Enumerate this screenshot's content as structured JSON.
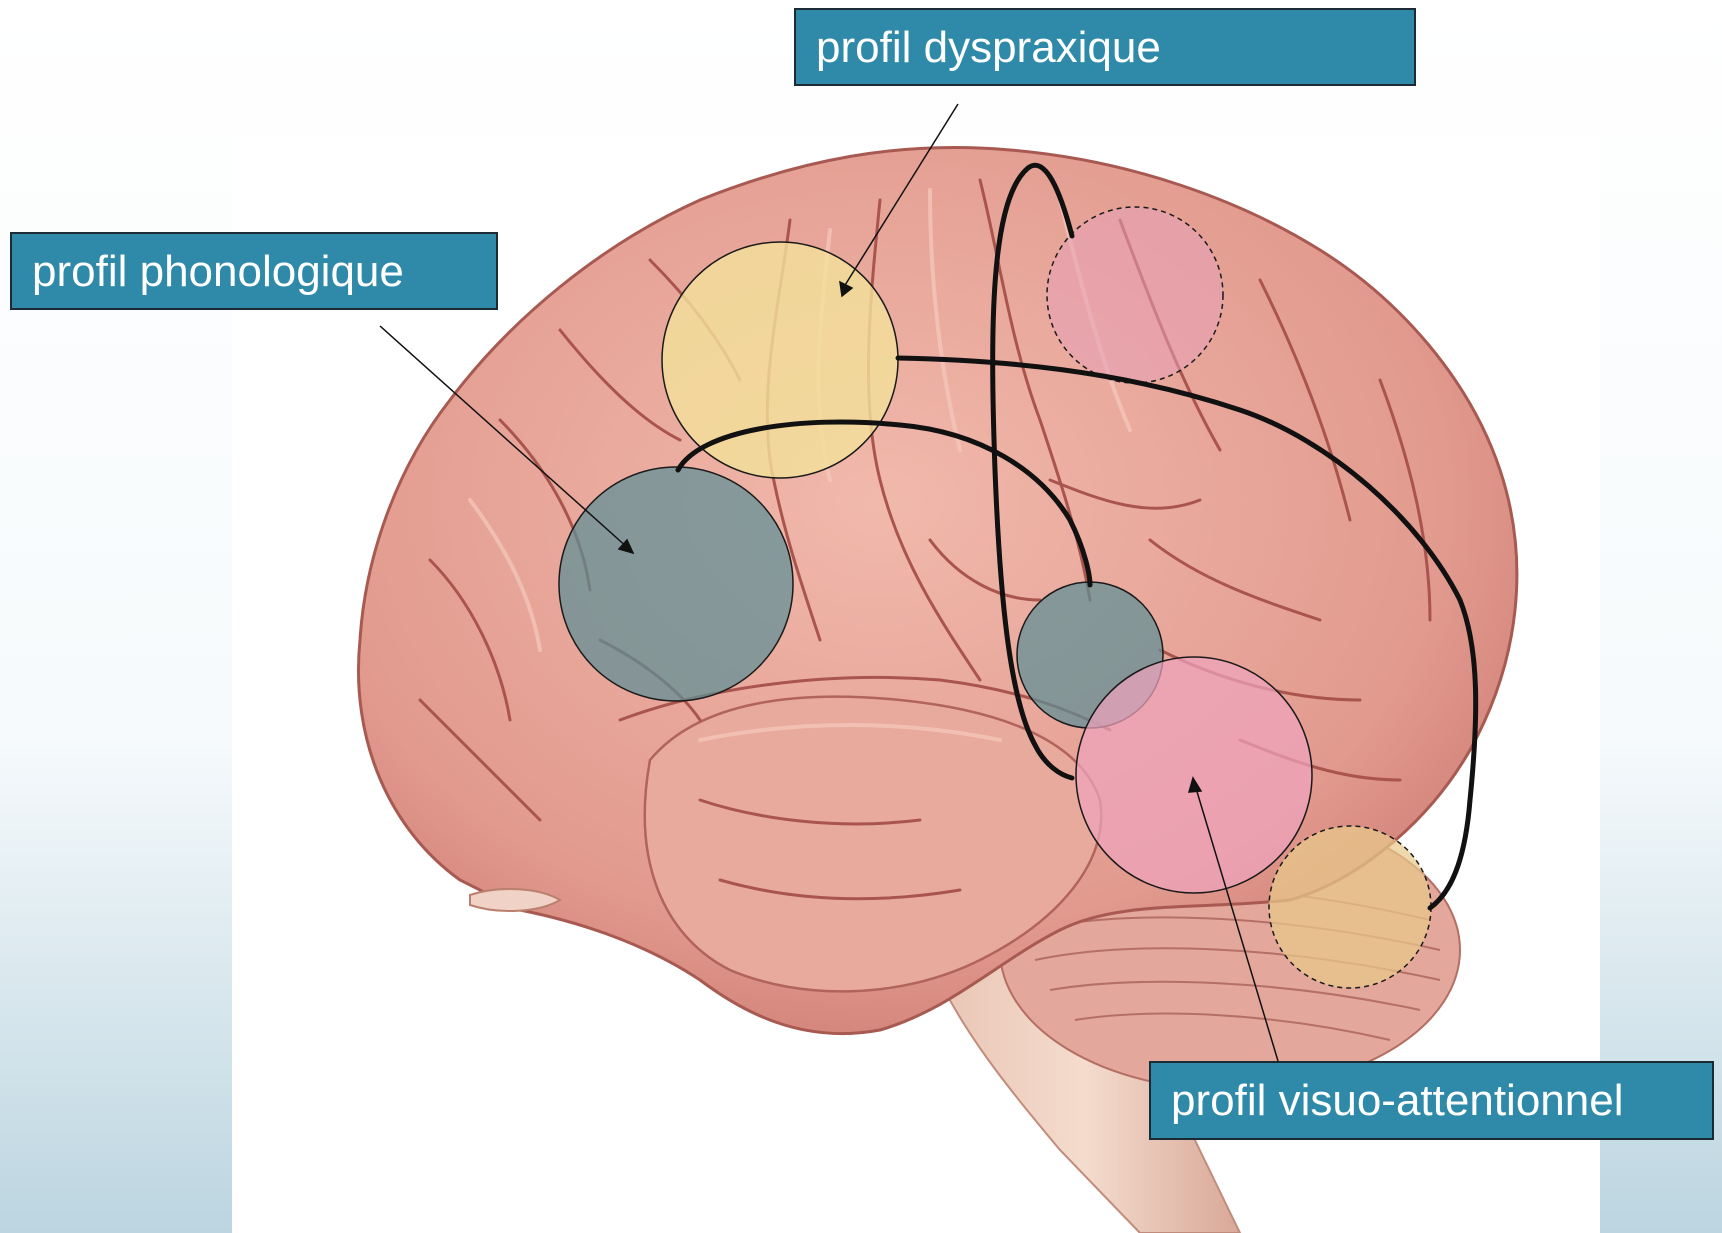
{
  "labels": {
    "dyspraxique": "profil dyspraxique",
    "phonologique": "profil phonologique",
    "visuo_attentionnel": "profil visuo-attentionnel"
  },
  "regions": [
    {
      "id": "frontal-motor",
      "profile": "dyspraxique",
      "color": "#f3df9a",
      "outline": "solid"
    },
    {
      "id": "parietal-upper",
      "profile": "visuo-attentionnel",
      "color": "#e8a0b8",
      "outline": "dashed"
    },
    {
      "id": "inferior-frontal",
      "profile": "phonologique",
      "color": "#5e8f96",
      "outline": "solid"
    },
    {
      "id": "temporo-parietal",
      "profile": "phonologique",
      "color": "#5e8f96",
      "outline": "solid"
    },
    {
      "id": "parieto-occipital",
      "profile": "visuo-attentionnel",
      "color": "#eea4bd",
      "outline": "solid"
    },
    {
      "id": "cerebellum",
      "profile": "dyspraxique",
      "color": "#e9c98b",
      "outline": "dashed"
    }
  ],
  "colors": {
    "label_bg": "#2f8aa9",
    "label_text": "#ffffff",
    "brain": "#e29a8e",
    "brain_dark": "#b8605a"
  }
}
